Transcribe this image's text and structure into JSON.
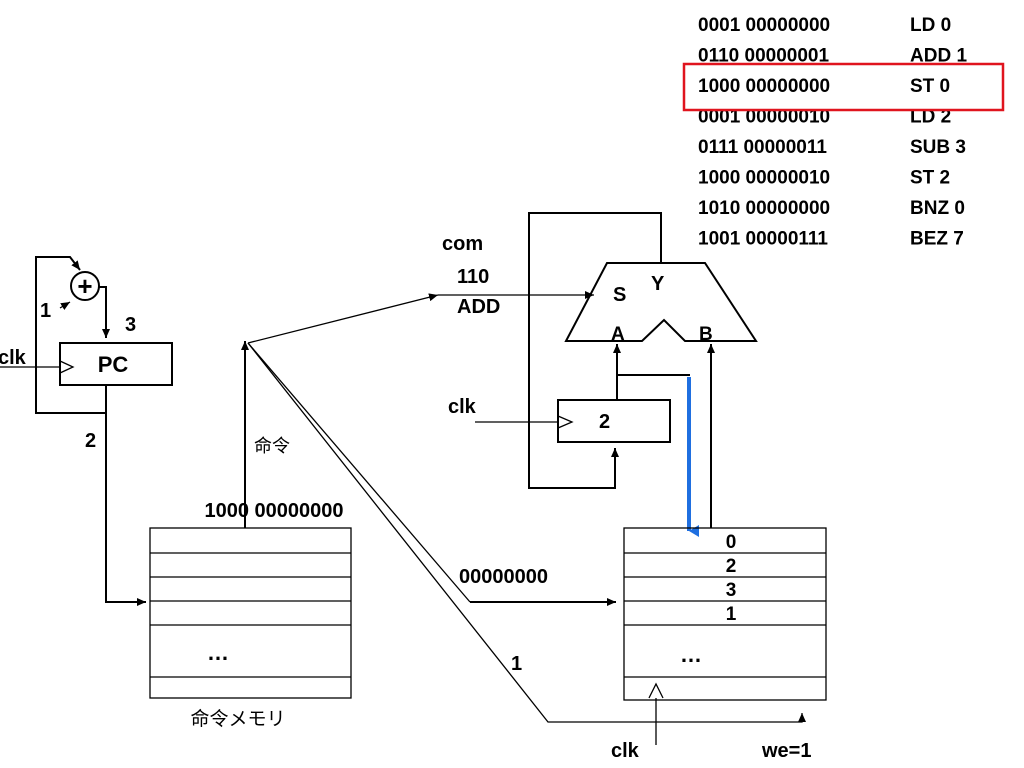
{
  "program": [
    {
      "code": "0001 00000000",
      "asm": "LD  0",
      "highlighted": false
    },
    {
      "code": "0110 00000001",
      "asm": "ADD 1",
      "highlighted": false
    },
    {
      "code": "1000 00000000",
      "asm": "ST 0",
      "highlighted": true
    },
    {
      "code": "0001 00000010",
      "asm": "LD 2",
      "highlighted": false
    },
    {
      "code": "0111 00000011",
      "asm": "SUB 3",
      "highlighted": false
    },
    {
      "code": "1000 00000010",
      "asm": "ST 2",
      "highlighted": false
    },
    {
      "code": "1010 00000000",
      "asm": "BNZ 0",
      "highlighted": false
    },
    {
      "code": "1001 00000111",
      "asm": "BEZ 7",
      "highlighted": false
    }
  ],
  "pc": {
    "label": "PC",
    "clk": "clk",
    "adder_symbol": "+",
    "increment": "1",
    "input_value": "3",
    "output_value": "2"
  },
  "instruction_memory": {
    "caption": "命令メモリ",
    "fetched_word": "1000 00000000",
    "bus_label": "命令",
    "ellipsis": "…"
  },
  "alu": {
    "com_label": "com",
    "com_code": "110",
    "com_op": "ADD",
    "port_s": "S",
    "port_y": "Y",
    "port_a": "A",
    "port_b": "B"
  },
  "accumulator": {
    "clk": "clk",
    "value": "2"
  },
  "data_memory": {
    "values": [
      "0",
      "2",
      "3",
      "1"
    ],
    "ellipsis": "…",
    "address_label": "00000000",
    "we_signal": "1",
    "clk": "clk",
    "we_label": "we=1"
  },
  "colors": {
    "highlight_box": "#e0141e",
    "write_path": "#1f6fe0",
    "lines": "#000000"
  }
}
